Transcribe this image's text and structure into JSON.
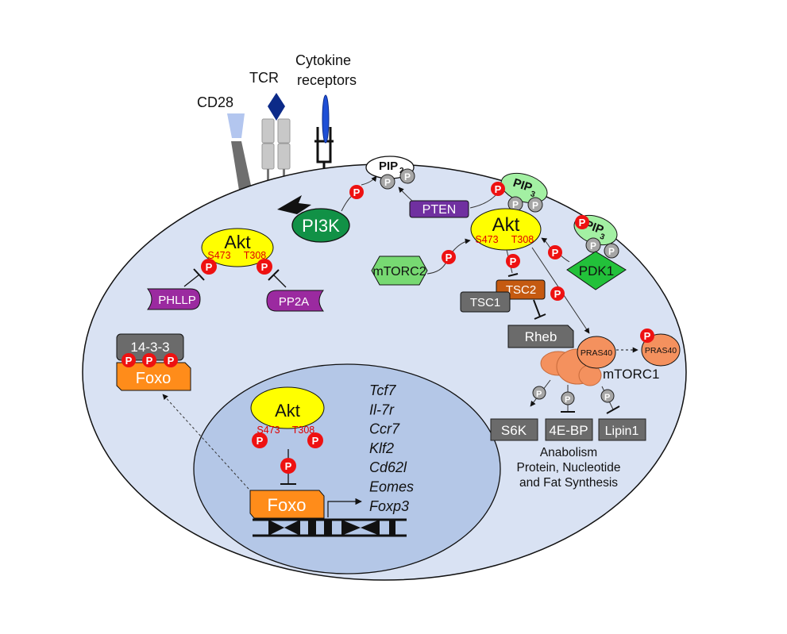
{
  "colors": {
    "cytoplasm": "#d9e2f3",
    "nucleus": "#b4c7e7",
    "akt": "#ffff00",
    "phospho": "#ee1111",
    "phospho_gray": "#a6a6a6",
    "pi3k": "#119146",
    "pten": "#7030a0",
    "phosphatase": "#9b2aa0",
    "mtorc2": "#77d972",
    "pip3": "#a3f0a3",
    "pdk1": "#22c13a",
    "tsc2": "#c55a11",
    "gray_box": "#6b6b6b",
    "mtorc1": "#f4915e",
    "foxo": "#ff8c1a",
    "tcr": "#0c2a88",
    "cytokine": "#1f4fd6"
  },
  "receptors": {
    "cd28": "CD28",
    "tcr": "TCR",
    "cytokine_line1": "Cytokine",
    "cytokine_line2": "receptors"
  },
  "membrane": {
    "pip2": "PIP",
    "pip2_sub": "2",
    "pip3": "PIP",
    "pip3_sub": "3"
  },
  "nodes": {
    "pi3k": "PI3K",
    "pten": "PTEN",
    "akt": "Akt",
    "site_s473": "S473",
    "site_t308": "T308",
    "mtorc2": "mTORC2",
    "pdk1": "PDK1",
    "tsc1": "TSC1",
    "tsc2": "TSC2",
    "rheb": "Rheb",
    "pras40": "PRAS40",
    "mtorc1": "mTORC1",
    "s6k": "S6K",
    "fourebp": "4E-BP",
    "lipin1": "Lipin1",
    "phllp": "PHLLP",
    "pp2a": "PP2A",
    "fourteen33": "14-3-3",
    "foxo": "Foxo",
    "phospho": "P"
  },
  "anabolism": {
    "line1": "Anabolism",
    "line2": "Protein, Nucleotide",
    "line3": "and Fat Synthesis"
  },
  "target_genes": [
    "Tcf7",
    "Il-7r",
    "Ccr7",
    "Klf2",
    "Cd62l",
    "Eomes",
    "Foxp3"
  ]
}
